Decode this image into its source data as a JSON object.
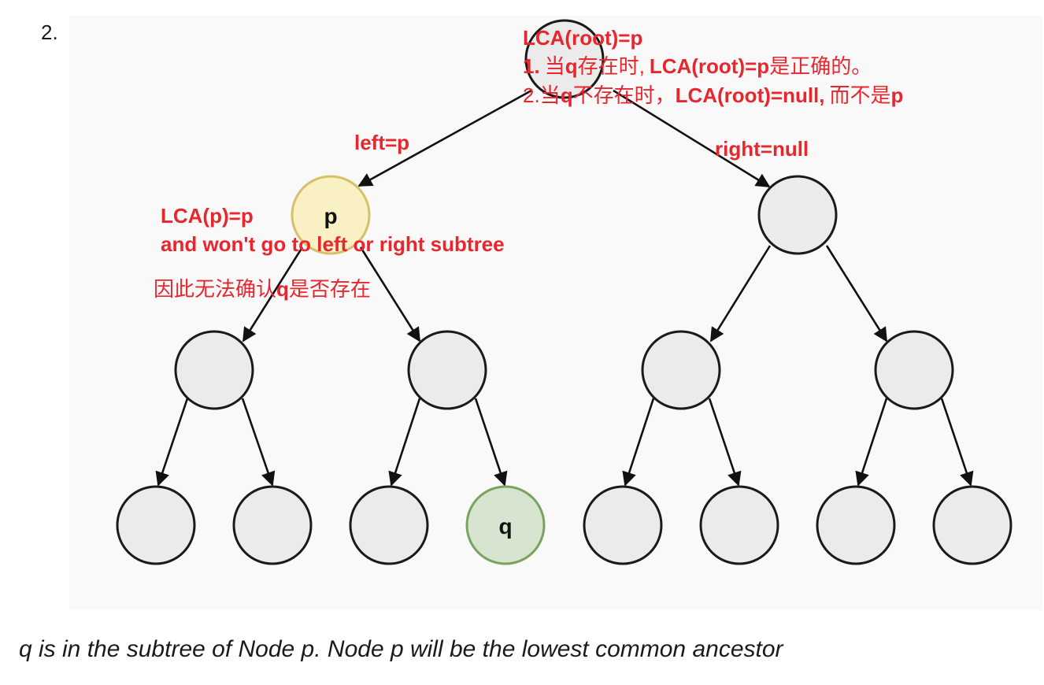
{
  "list_number": "2.",
  "caption": "q is in the subtree of Node p. Node p will be the lowest common ancestor",
  "colors": {
    "annotation": "#e8262d",
    "node_fill": "#ebebeb",
    "node_stroke": "#1a1a1a",
    "p_fill": "#f9f0c3",
    "p_stroke": "#d6c06a",
    "q_fill": "#d7e4d0",
    "q_stroke": "#79a35e",
    "panel_bg": "#f9f9f9"
  },
  "nodes": {
    "p_label": "p",
    "q_label": "q"
  },
  "annotations": {
    "root_title": "LCA(root)=p",
    "root_line1_prefix": "1.",
    "root_line1_a": "当",
    "root_line1_b": "q",
    "root_line1_c": "存在时,",
    "root_line1_d": "LCA(root)=p",
    "root_line1_e": "是正确的。",
    "root_line2_a": "2.当",
    "root_line2_b": "q",
    "root_line2_c": "不存在时，",
    "root_line2_d": "LCA(root)=null,",
    "root_line2_e": "而不是",
    "root_line2_f": "p",
    "left_edge": "left=p",
    "right_edge": "right=null",
    "p_title": "LCA(p)=p",
    "p_note": "and won't go to left or right subtree",
    "p_cn_a": "因此无法确认",
    "p_cn_b": "q",
    "p_cn_c": "是否存在"
  }
}
